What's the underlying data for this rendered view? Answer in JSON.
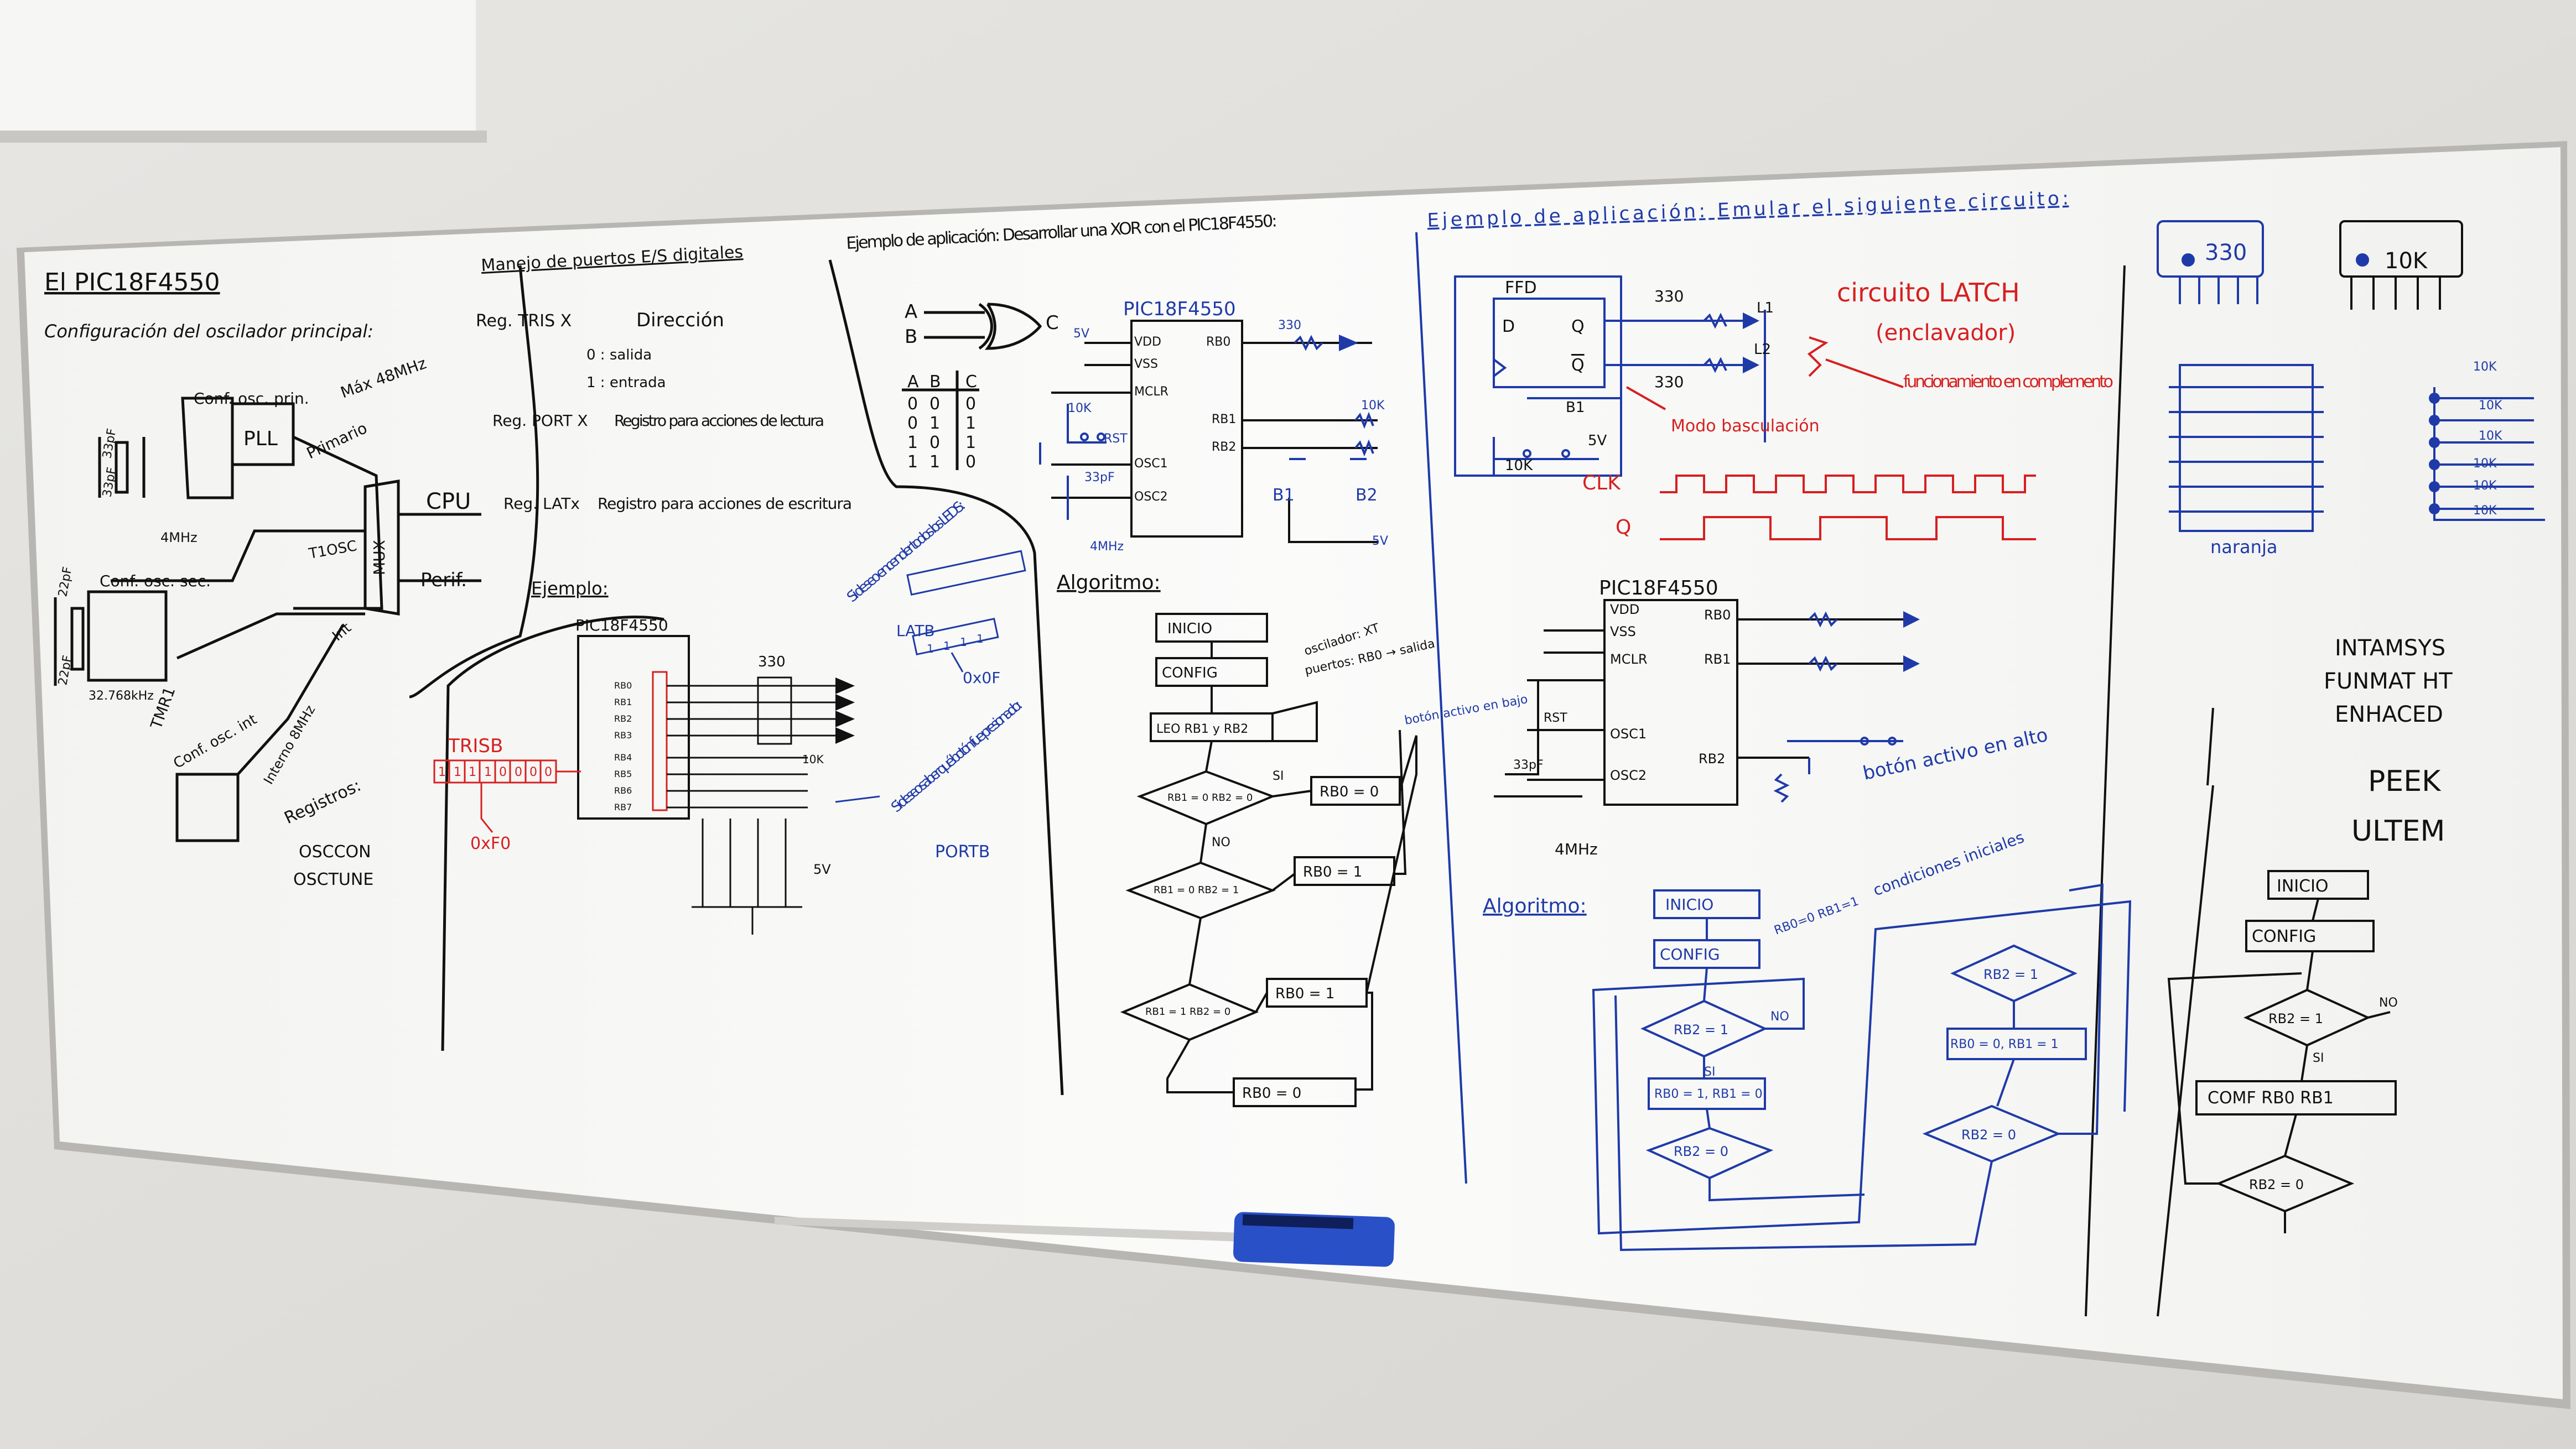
{
  "scene": {
    "description_colors": {
      "wall": "#e4e2de",
      "board": "#f7f7f5",
      "black_ink": "#111111",
      "blue_ink": "#1f3aa8",
      "red_ink": "#d62020",
      "eraser": "#2a50c8"
    }
  },
  "sec1": {
    "title": "El PIC18F4550",
    "subtitle": "Configuración del oscilador principal:",
    "pll_box": "PLL",
    "conf_osc_prin": "Conf. osc. prin.",
    "max": "Máx 48MHz",
    "primario": "Primario",
    "cpu": "CPU",
    "perif": "Perif.",
    "mux": "MUX",
    "tiosc": "T1OSC",
    "int": "Int",
    "conf_osc_sec": "Conf. osc. sec.",
    "tmr1": "TMR1",
    "conf_osc_int": "Conf. osc. int",
    "interno": "Interno 8MHz",
    "c1": "33pF",
    "c2": "33pF",
    "c3": "22pF",
    "c4": "22pF",
    "xtal": "32.768kHz",
    "f4": "4MHz",
    "registros": "Registros:",
    "osccon": "OSCCON",
    "osctune": "OSCTUNE"
  },
  "sec2": {
    "title": "Manejo de puertos E/S digitales",
    "trisx": "Reg. TRIS X",
    "direccion": "Dirección",
    "salida": "0 : salida",
    "entrada": "1 : entrada",
    "portx": "Reg. PORT X",
    "reg_lectura": "Registro para acciones de lectura",
    "latx": "Reg. LATx",
    "reg_escritura": "Registro para acciones de escritura",
    "ejemplo": "Ejemplo:",
    "pic": "PIC18F4550",
    "r330": "330",
    "trisb": "TRISB",
    "trisb_bits": [
      "1",
      "1",
      "1",
      "1",
      "0",
      "0",
      "0",
      "0"
    ],
    "oxf0": "0xF0",
    "si_deseo": "Si deseo encender todos los LEDS:",
    "latb": "LATB",
    "latb_bits": [
      "1",
      "1",
      "1",
      "1"
    ],
    "oxof": "0x0F",
    "si_saber": "Si deseo saber qué botón fue presionado:",
    "portb": "PORTB",
    "k10": "10K",
    "v5": "5V",
    "rb_pins": [
      "RB0",
      "RB1",
      "RB2",
      "RB3",
      "RB4",
      "RB5",
      "RB6",
      "RB7"
    ]
  },
  "sec3": {
    "title": "Ejemplo de aplicación: Desarrollar una XOR con el PIC18F4550:",
    "a": "A",
    "b": "B",
    "c": "C",
    "truth_header": [
      "A",
      "B",
      "C"
    ],
    "truth_rows": [
      [
        "0",
        "0",
        "0"
      ],
      [
        "0",
        "1",
        "1"
      ],
      [
        "1",
        "0",
        "1"
      ],
      [
        "1",
        "1",
        "0"
      ]
    ],
    "pic": "PIC18F4550",
    "vdd": "VDD",
    "vss": "VSS",
    "mclr": "MCLR",
    "osc1": "OSC1",
    "osc2": "OSC2",
    "rb0": "RB0",
    "rb1": "RB1",
    "rb2": "RB2",
    "r330": "330",
    "k10": "10K",
    "k10b": "10K",
    "rst": "RST",
    "v5": "5V",
    "v5b": "5V",
    "b1": "B1",
    "b2": "B2",
    "pf": "33pF",
    "mhz": "4MHz",
    "algoritmo": "Algoritmo:",
    "inicio": "INICIO",
    "config": "CONFIG",
    "leo": "LEO RB1 y RB2",
    "osc_note": "oscilador: XT",
    "puertos_note": "puertos: RB0 → salida",
    "d1": "RB1 = 0 RB2 = 0",
    "a1": "RB0 = 0",
    "d2": "RB1 = 0 RB2 = 1",
    "a2": "RB0 = 1",
    "d3": "RB1 = 1 RB2 = 0",
    "a3": "RB0 = 1",
    "a4": "RB0 = 0",
    "si": "SI",
    "no": "NO"
  },
  "sec4": {
    "title": "Ejemplo de aplicación: Emular el siguiente circuito:",
    "ffd": "FFD",
    "d": "D",
    "q": "Q",
    "qn": "Q",
    "r330a": "330",
    "r330b": "330",
    "l1": "L1",
    "l2": "L2",
    "k10": "10K",
    "b1": "B1",
    "v5": "5V",
    "latch": "circuito LATCH",
    "enclavador": "(enclavador)",
    "funcionan": "funcionamiento en complemento",
    "modo": "Modo basculación",
    "clk": "CLK",
    "qsig": "Q",
    "pic": "PIC18F4550",
    "vdd": "VDD",
    "vss": "VSS",
    "mclr": "MCLR",
    "osc1": "OSC1",
    "osc2": "OSC2",
    "rb0": "RB0",
    "rb1": "RB1",
    "rb2": "RB2",
    "boton_bajo": "botón activo en bajo",
    "boton_alto": "botón activo en alto",
    "pf": "33pF",
    "mhz": "4MHz",
    "rst": "RST",
    "algoritmo": "Algoritmo:",
    "inicio": "INICIO",
    "config": "CONFIG",
    "cond": "RB0=0 RB1=1",
    "cond_label": "condiciones iniciales",
    "d1": "RB2 = 1",
    "a1": "RB0 = 1, RB1 = 0",
    "d2": "RB2 = 0",
    "d3": "RB2 = 1",
    "a2": "RB0 = 0, RB1 = 1",
    "d4": "RB2 = 0",
    "si": "SI",
    "no": "NO"
  },
  "sec5": {
    "r330": "330",
    "k10": "10K",
    "naranja": "naranja",
    "k_labels": [
      "10K",
      "10K",
      "10K",
      "10K",
      "10K",
      "10K"
    ],
    "intamsys": "INTAMSYS",
    "funmat": "FUNMAT HT",
    "enhaced": "ENHACED",
    "peek": "PEEK",
    "ultem": "ULTEM",
    "inicio": "INICIO",
    "config": "CONFIG",
    "d1": "RB2 = 1",
    "comf": "COMF RB0 RB1",
    "d2": "RB2 = 0",
    "si": "SI",
    "no": "NO"
  }
}
